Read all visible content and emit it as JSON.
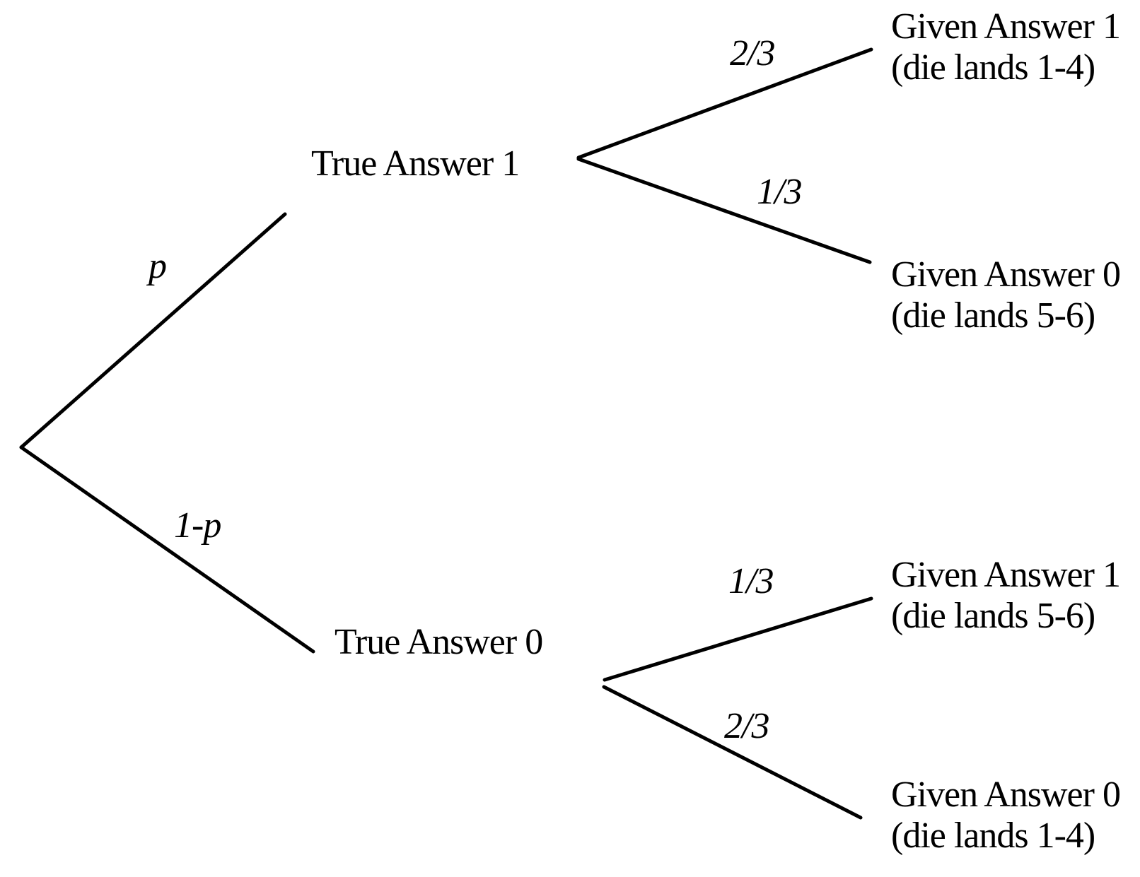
{
  "diagram": {
    "type": "probability-tree",
    "colors": {
      "line": "#000000",
      "text": "#000000",
      "background": "#ffffff"
    },
    "level1": [
      {
        "edge_label": "p",
        "node_label": "True Answer 1"
      },
      {
        "edge_label": "1-p",
        "node_label": "True Answer 0"
      }
    ],
    "level2_true1": [
      {
        "edge_label": "2/3",
        "outcome": "Given Answer 1",
        "condition": "(die lands 1-4)"
      },
      {
        "edge_label": "1/3",
        "outcome": "Given Answer 0",
        "condition": "(die lands 5-6)"
      }
    ],
    "level2_true0": [
      {
        "edge_label": "1/3",
        "outcome": "Given Answer 1",
        "condition": "(die lands 5-6)"
      },
      {
        "edge_label": "2/3",
        "outcome": "Given Answer 0",
        "condition": "(die lands 1-4)"
      }
    ]
  }
}
